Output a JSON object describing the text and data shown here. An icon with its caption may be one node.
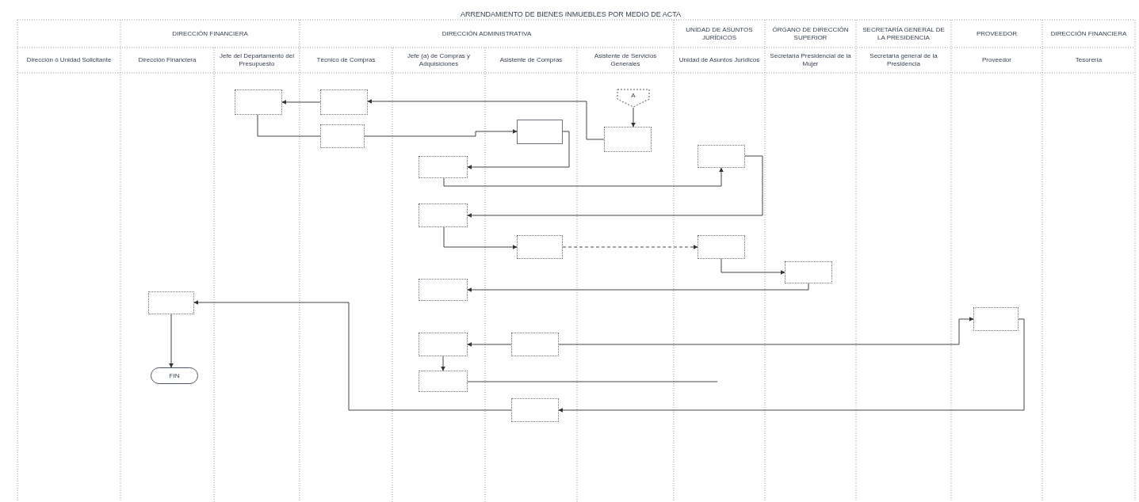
{
  "diagram": {
    "title": "ARRENDAMIENTO DE BIENES INMUEBLES POR MEDIO DE ACTA",
    "nodes": [
      {
        "text": [
          "A"
        ]
      },
      {
        "text": [],
        "shape": "box"
      },
      {
        "text": [],
        "shape": "box"
      },
      {
        "text": [],
        "shape": "box"
      },
      {
        "text": [],
        "shape": "box"
      },
      {
        "text": [],
        "shape": "box"
      },
      {
        "text": [],
        "shape": "box"
      },
      {
        "text": [],
        "shape": "box"
      },
      {
        "text": [],
        "shape": "box"
      },
      {
        "text": [],
        "shape": "box"
      },
      {
        "text": [],
        "shape": "box"
      },
      {
        "text": [],
        "shape": "box"
      },
      {
        "text": [],
        "shape": "box"
      },
      {
        "text": [],
        "shape": "box"
      },
      {
        "text": [],
        "shape": "box"
      },
      {
        "text": [],
        "shape": "box"
      },
      {
        "text": [],
        "shape": "box"
      },
      {
        "text": [],
        "shape": "box"
      },
      {
        "text": [],
        "shape": "box"
      },
      {
        "text": [
          "FIN"
        ]
      }
    ],
    "edges": [
      {
        "from": 0,
        "to": 1,
        "arrow": "to"
      },
      {
        "from": 1,
        "to": 2,
        "arrow": "to"
      },
      {
        "from": 2,
        "to": 3,
        "arrow": "to"
      },
      {
        "from": 3,
        "to": 4,
        "arrow": "none"
      },
      {
        "from": 4,
        "to": 5,
        "arrow": "to"
      },
      {
        "from": 5,
        "to": 6,
        "arrow": "to"
      },
      {
        "from": 6,
        "to": 7,
        "arrow": "to"
      },
      {
        "from": 7,
        "to": 8,
        "arrow": "to"
      },
      {
        "from": 8,
        "to": 9,
        "arrow": "to"
      },
      {
        "from": 9,
        "to": 10,
        "arrow": "to",
        "style": "dashed"
      },
      {
        "from": 10,
        "to": 11,
        "arrow": "to"
      },
      {
        "from": 11,
        "to": 12,
        "arrow": "to"
      },
      {
        "from": 18,
        "to": 13,
        "arrow": "to"
      },
      {
        "from": 14,
        "to": 18,
        "arrow": "to"
      },
      {
        "from": 16,
        "to": 14,
        "arrow": "to"
      },
      {
        "from": 16,
        "to": 15,
        "arrow": "to"
      },
      {
        "from": 15,
        "to": 17,
        "arrow": "to"
      },
      {
        "from": 13,
        "to": 19,
        "arrow": "to"
      },
      {
        "from": 17,
        "to": null,
        "arrow": "none"
      }
    ],
    "labels": [
      "DIRECCIÓN FINANCIERA",
      "DIRECCIÓN ADMINISTRATIVA",
      "UNIDAD DE ASUNTOS JURÍDICOS",
      "ÓRGANO DE DIRECCIÓN SUPERIOR",
      "SECRETARÍA GENERAL DE LA PRESIDENCIA",
      "PROVEEDOR",
      "DIRECCIÓN FINANCIERA",
      "Dirección ó Unidad Solicitante",
      "Dirección Financiera",
      "Jefe del Departamento del Presupuesto",
      "Técnico de Compras",
      "Jefe (a) de Compras y Adquisiciones",
      "Asistente de Compras",
      "Asistente de Servicios Generales",
      "Unidad de Asuntos Jurídicos",
      "Secretaría Presidencial de la Mujer",
      "Secretaría general de la Presidencia",
      "Proveedor",
      "Tesorería"
    ]
  }
}
